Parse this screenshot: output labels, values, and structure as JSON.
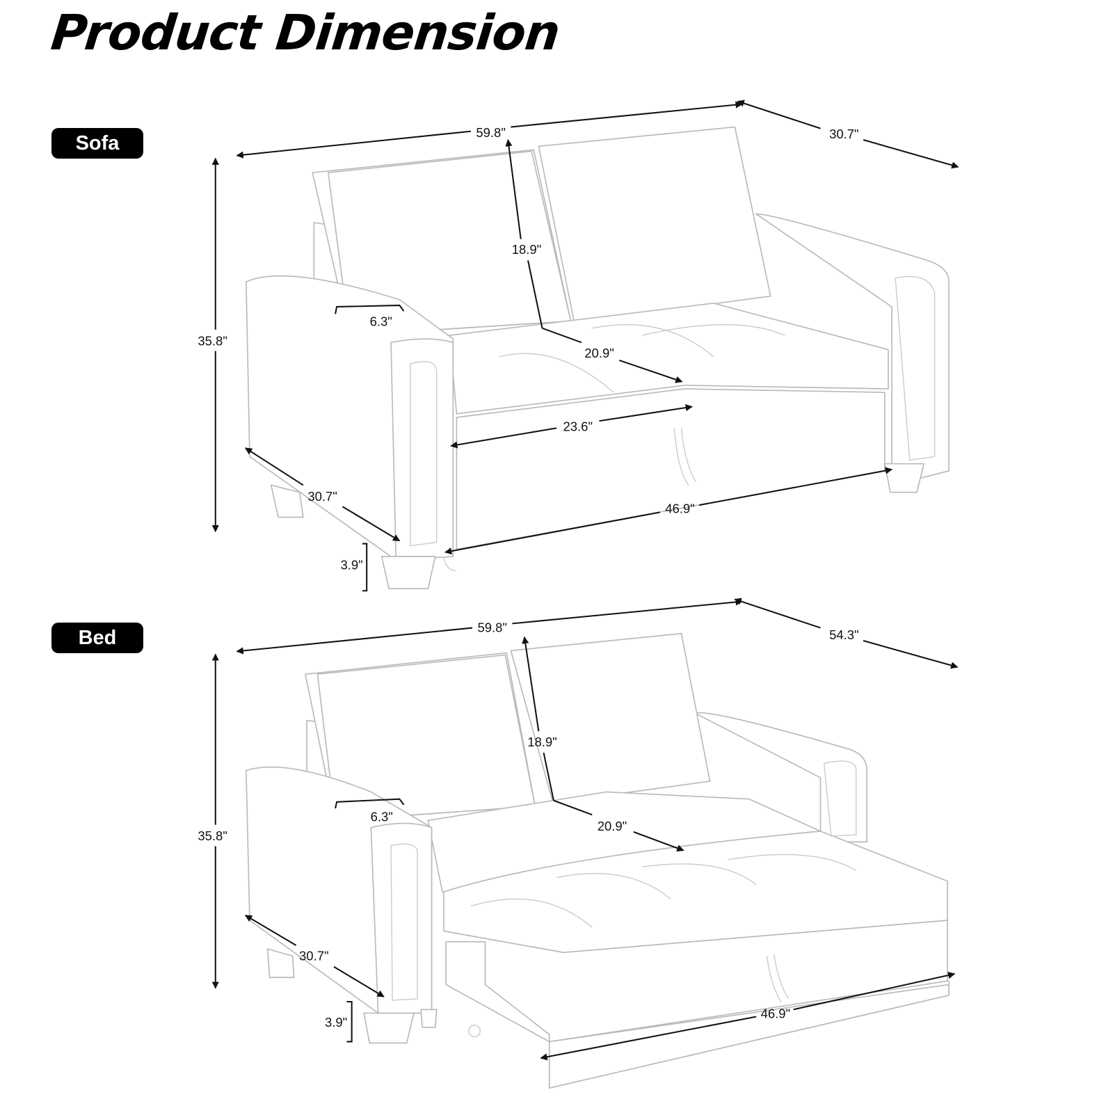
{
  "title": "Product Dimension",
  "sofa": {
    "label": "Sofa",
    "dims": {
      "width": "59.8\"",
      "depth_top": "30.7\"",
      "backrest_height": "18.9\"",
      "arm_width": "6.3\"",
      "total_height": "35.8\"",
      "seat_depth": "20.9\"",
      "cushion_width": "23.6\"",
      "depth_side": "30.7\"",
      "seat_width": "46.9\"",
      "leg_height": "3.9\""
    }
  },
  "bed": {
    "label": "Bed",
    "dims": {
      "width": "59.8\"",
      "depth_top": "54.3\"",
      "backrest_height": "18.9\"",
      "arm_width": "6.3\"",
      "total_height": "35.8\"",
      "seat_depth": "20.9\"",
      "depth_side": "30.7\"",
      "bed_width": "46.9\"",
      "leg_height": "3.9\""
    }
  }
}
